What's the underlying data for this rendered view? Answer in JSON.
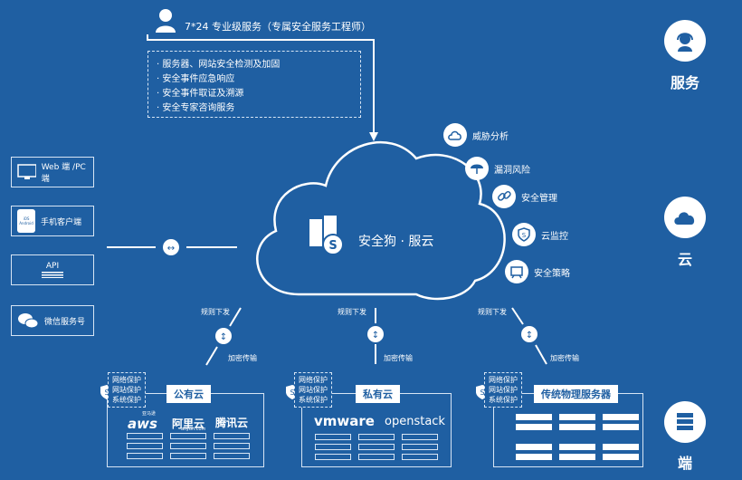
{
  "service": {
    "title": "7*24 专业级服务（专属安全服务工程师）",
    "items": [
      "· 服务器、网站安全检测及加固",
      "· 安全事件应急响应",
      "· 安全事件取证及溯源",
      "· 安全专家咨询服务"
    ]
  },
  "clients": [
    {
      "label": "Web 端 /PC 端",
      "icon": "monitor-icon"
    },
    {
      "label": "手机客户端",
      "icon": "phone-icon",
      "badge": "iOS Android"
    },
    {
      "label": "API",
      "icon": "api-bars-icon"
    },
    {
      "label": "微信服务号",
      "icon": "wechat-icon"
    }
  ],
  "cloud": {
    "name": "安全狗 · 服云",
    "features": [
      {
        "label": "威胁分析",
        "icon": "cloud-icon"
      },
      {
        "label": "漏洞风险",
        "icon": "umbrella-icon"
      },
      {
        "label": "安全管理",
        "icon": "link-icon"
      },
      {
        "label": "云监控",
        "icon": "shield-s-icon"
      },
      {
        "label": "安全策略",
        "icon": "board-icon"
      }
    ]
  },
  "links": {
    "rule": "规则下发",
    "encrypt": "加密传输"
  },
  "protection": [
    "网络保护",
    "网站保护",
    "系统保护"
  ],
  "deployments": [
    {
      "tag": "公有云",
      "logos": [
        "aws",
        "阿里云",
        "腾讯云"
      ],
      "logo_subs": [
        "亚马逊",
        "aliyun.com",
        ""
      ]
    },
    {
      "tag": "私有云",
      "logos": [
        "vmware",
        "openstack"
      ]
    },
    {
      "tag": "传统物理服务器",
      "logos": []
    }
  ],
  "side": {
    "service": "服务",
    "cloud": "云",
    "endpoint": "端"
  },
  "colors": {
    "background": "#1f5fa2",
    "line": "#d7e5f4",
    "white": "#ffffff"
  }
}
